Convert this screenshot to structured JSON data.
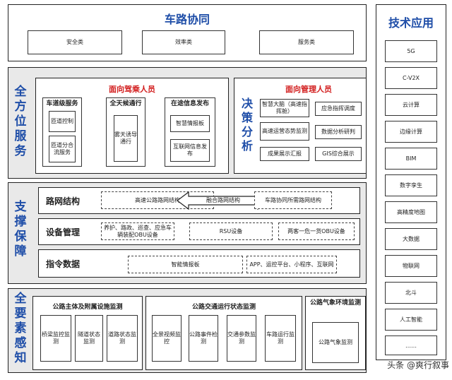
{
  "top": {
    "title": "车路协同",
    "items": [
      "安全类",
      "效率类",
      "服务类"
    ]
  },
  "section1": {
    "label": "全方位服务",
    "driver": {
      "title": "面向驾乘人员",
      "groups": [
        {
          "header": "车道级服务",
          "items": [
            "匝道控制",
            "匝道分合流服务"
          ]
        },
        {
          "header": "全天候通行",
          "items": [
            "雾天诱导通行"
          ]
        },
        {
          "header": "在途信息发布",
          "items": [
            "智慧情报板",
            "互联网信息发布"
          ]
        }
      ]
    },
    "manager": {
      "title": "面向管理人员",
      "side_label": "决策分析",
      "items": [
        "智慧大脑（高速指挥舱）",
        "应急指挥调度",
        "高速运营态势监测",
        "数据分析研判",
        "成果展示汇报",
        "GIS综合展示"
      ]
    }
  },
  "section2": {
    "label": "支撑保障",
    "rows": [
      {
        "label": "路网结构",
        "items": [
          "高速公路路网结构",
          "融合路网结构",
          "车路协同所需路网结构"
        ]
      },
      {
        "label": "设备管理",
        "items": [
          "养护、路政、巡查、应急车辆装配OBU设备",
          "RSU设备",
          "两客一危一货OBU设备"
        ]
      },
      {
        "label": "指令数据",
        "items": [
          "智能情报板",
          "APP、运控平台、小程序、互联网"
        ]
      }
    ]
  },
  "section3": {
    "label": "全要素感知",
    "groups": [
      {
        "header": "公路主体及附属设施监测",
        "items": [
          "桥梁监控监测",
          "隧道状态监测",
          "道路状态监测"
        ]
      },
      {
        "header": "公路交通运行状态监测",
        "items": [
          "全景视频监控",
          "公路事件检测",
          "交通参数监测",
          "车路运行监测"
        ]
      },
      {
        "header": "公路气象环境监测",
        "items": [
          "公路气象监测"
        ]
      }
    ]
  },
  "tech": {
    "title": "技术应用",
    "items": [
      "5G",
      "C-V2X",
      "云计算",
      "边缘计算",
      "BIM",
      "数字孪生",
      "高精度地图",
      "大数据",
      "物联网",
      "北斗",
      "人工智能",
      "……"
    ]
  },
  "watermark": "头条 @爽行叙事"
}
